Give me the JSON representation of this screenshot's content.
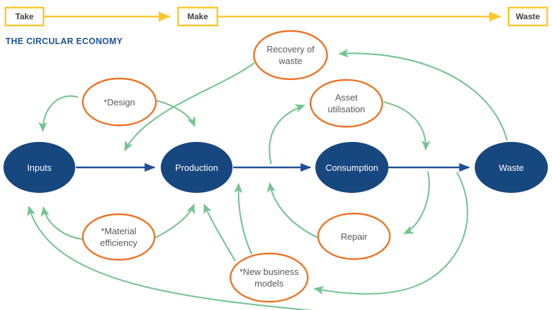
{
  "title": "THE CIRCULAR ECONOMY",
  "linear_chain": {
    "take": "Take",
    "make": "Make",
    "waste": "Waste"
  },
  "main_flow": {
    "inputs": "Inputs",
    "production": "Production",
    "consumption": "Consumption",
    "waste": "Waste"
  },
  "loops": {
    "recovery": {
      "lines": [
        "Recovery of",
        "waste"
      ]
    },
    "design": {
      "lines": [
        "*Design"
      ]
    },
    "asset": {
      "lines": [
        "Asset",
        "utilisation"
      ]
    },
    "material": {
      "lines": [
        "*Material",
        "efficiency"
      ]
    },
    "repair": {
      "lines": [
        "Repair"
      ]
    },
    "new_business": {
      "lines": [
        "*New business",
        "models"
      ]
    }
  },
  "colors": {
    "navy_node": "#17477f",
    "blue_arrow": "#1e4f94",
    "title_blue": "#1a5296",
    "yellow": "#ffc72c",
    "orange": "#ed7223",
    "green": "#74c391",
    "grey_text": "#58585a"
  },
  "relations": {
    "linear": [
      "Take -> Make",
      "Make -> Waste"
    ],
    "main": [
      "Inputs -> Production",
      "Production -> Consumption",
      "Consumption -> Waste"
    ],
    "green_flows": [
      "*Design -> Inputs",
      "*Design -> Production",
      "Recovery of waste -> Inputs/Production flow",
      "Waste -> Recovery of waste",
      "*Material efficiency -> Inputs",
      "*Material efficiency -> Production",
      "Bottom return loop -> Inputs",
      "*New business models -> Production",
      "*New business models -> Production/Consumption flow",
      "Production/Consumption flow -> Asset utilisation",
      "Asset utilisation -> Consumption/Waste flow",
      "Consumption/Waste flow -> Repair",
      "Repair -> Production/Consumption flow",
      "Consumption/Waste flow -> *New business models"
    ]
  }
}
